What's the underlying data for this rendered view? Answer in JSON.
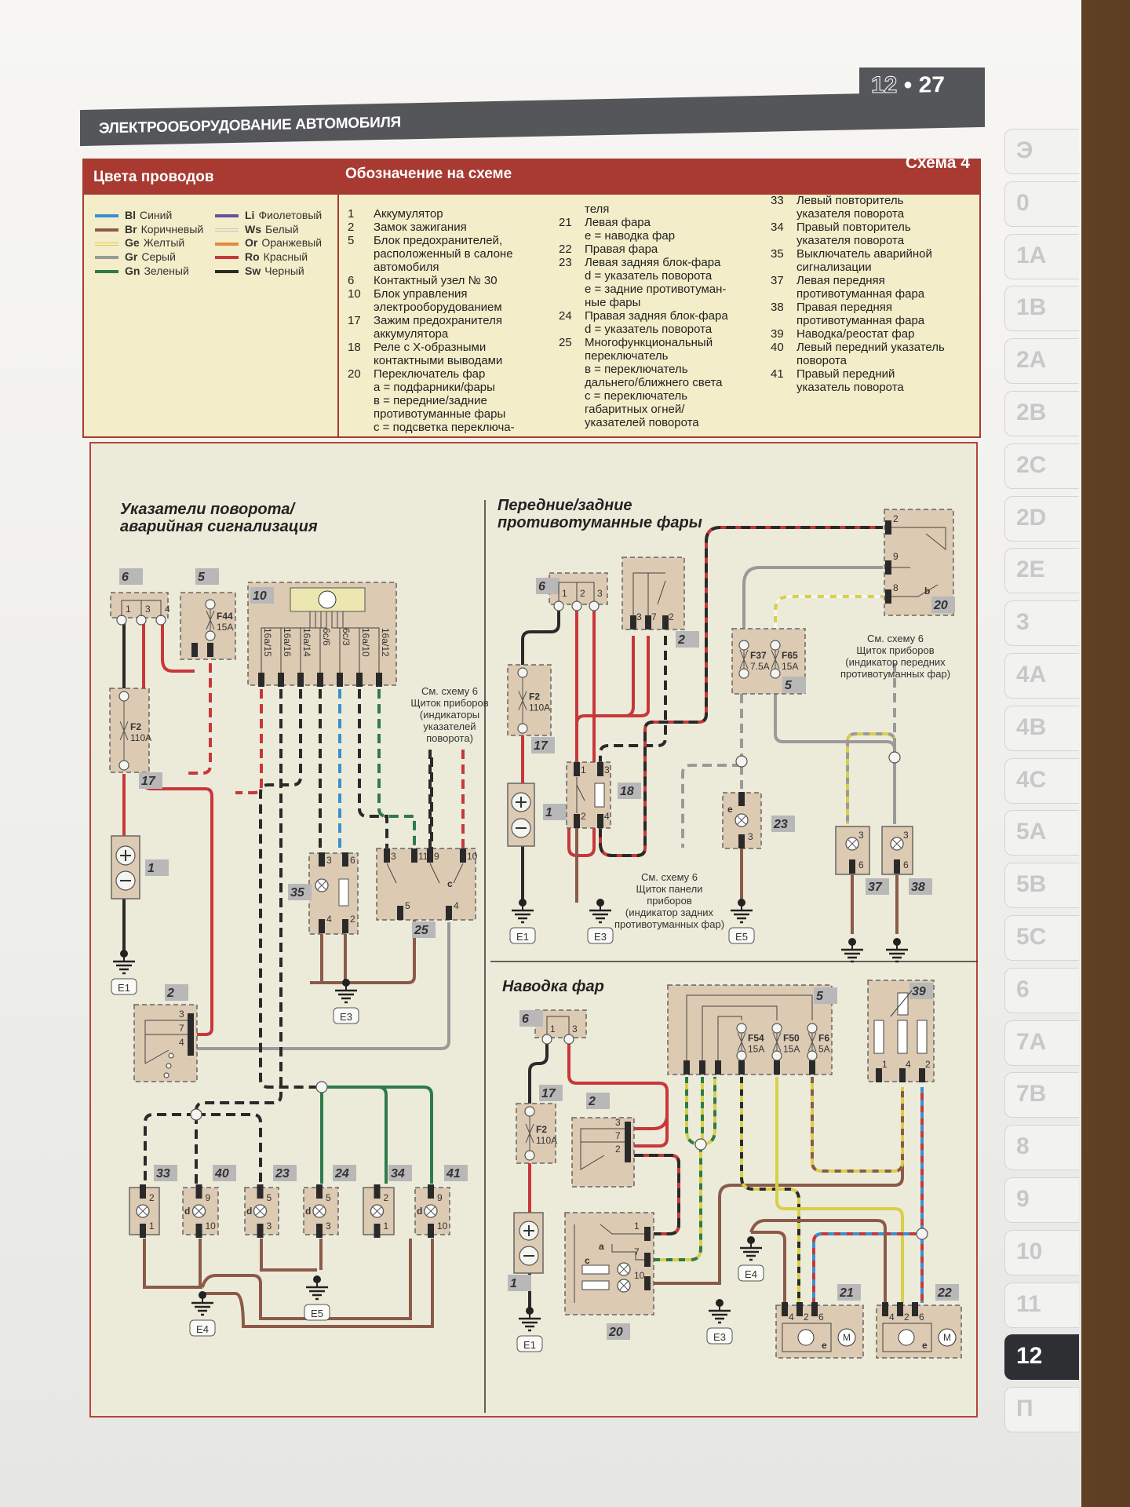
{
  "header": {
    "section_title": "ЭЛЕКТРООБОРУДОВАНИЕ АВТОМОБИЛЯ",
    "chapter": "12",
    "separator": "•",
    "page": "27",
    "scheme": "Схема 4"
  },
  "legend": {
    "wire_colors_title": "Цвета проводов",
    "designations_title": "Обозначение на схеме",
    "wire_colors": [
      {
        "code": "Bl",
        "name": "Синий",
        "color": "#3b8fd0"
      },
      {
        "code": "Br",
        "name": "Коричневый",
        "color": "#8c5a4a"
      },
      {
        "code": "Ge",
        "name": "Желтый",
        "color": "#d8cf4a"
      },
      {
        "code": "Gr",
        "name": "Серый",
        "color": "#9a9a9a"
      },
      {
        "code": "Gn",
        "name": "Зеленый",
        "color": "#2f7a4a"
      },
      {
        "code": "Li",
        "name": "Фиолетовый",
        "color": "#6a4ea0"
      },
      {
        "code": "Ws",
        "name": "Белый",
        "color": "#c4c4c4"
      },
      {
        "code": "Or",
        "name": "Оранжевый",
        "color": "#e08a3a"
      },
      {
        "code": "Ro",
        "name": "Красный",
        "color": "#c8373a"
      },
      {
        "code": "Sw",
        "name": "Черный",
        "color": "#2a2a2a"
      }
    ],
    "designations": [
      [
        {
          "num": "1",
          "lines": [
            "Аккумулятор"
          ]
        },
        {
          "num": "2",
          "lines": [
            "Замок зажигания"
          ]
        },
        {
          "num": "5",
          "lines": [
            "Блок предохранителей,",
            "расположенный в салоне",
            "автомобиля"
          ]
        },
        {
          "num": "6",
          "lines": [
            "Контактный узел № 30"
          ]
        },
        {
          "num": "10",
          "lines": [
            "Блок управления",
            "электрооборудованием"
          ]
        },
        {
          "num": "17",
          "lines": [
            "Зажим предохранителя",
            "аккумулятора"
          ]
        },
        {
          "num": "18",
          "lines": [
            "Реле с Х-образными",
            "контактными выводами"
          ]
        },
        {
          "num": "20",
          "lines": [
            "Переключатель фар",
            "a = подфарники/фары",
            "в = передние/задние",
            "противотуманные фары",
            "с = подсветка переключа-"
          ]
        }
      ],
      [
        {
          "num": "",
          "lines": [
            "теля"
          ]
        },
        {
          "num": "21",
          "lines": [
            "Левая фара",
            "е = наводка фар"
          ]
        },
        {
          "num": "22",
          "lines": [
            "Правая фара"
          ]
        },
        {
          "num": "23",
          "lines": [
            "Левая задняя блок-фара",
            "d = указатель поворота",
            "е = задние противотуман-",
            "ные фары"
          ]
        },
        {
          "num": "24",
          "lines": [
            "Правая задняя блок-фара",
            "d = указатель поворота"
          ]
        },
        {
          "num": "25",
          "lines": [
            "Многофункциональный",
            "переключатель",
            "в = переключатель",
            "дальнего/ближнего света",
            "с = переключатель",
            "габаритных огней/",
            "указателей поворота"
          ]
        }
      ],
      [
        {
          "num": "33",
          "lines": [
            "Левый повторитель",
            "указателя поворота"
          ]
        },
        {
          "num": "34",
          "lines": [
            "Правый повторитель",
            "указателя поворота"
          ]
        },
        {
          "num": "35",
          "lines": [
            "Выключатель аварийной",
            "сигнализации"
          ]
        },
        {
          "num": "37",
          "lines": [
            "Левая передняя",
            "противотуманная фара"
          ]
        },
        {
          "num": "38",
          "lines": [
            "Правая передняя",
            "противотуманная фара"
          ]
        },
        {
          "num": "39",
          "lines": [
            "Наводка/реостат фар"
          ]
        },
        {
          "num": "40",
          "lines": [
            "Левый передний указатель",
            "поворота"
          ]
        },
        {
          "num": "41",
          "lines": [
            "Правый передний",
            "указатель поворота"
          ]
        }
      ]
    ]
  },
  "diagrams": {
    "turn_signals": {
      "title": [
        "Указатели поворота/",
        "аварийная сигнализация"
      ],
      "note": [
        "См. схему 6",
        "Щиток приборов",
        "(индикаторы",
        "указателей",
        "поворота)"
      ],
      "components": {
        "c6": "6",
        "c5": "5",
        "c10": "10",
        "c17": "17",
        "c1": "1",
        "c35": "35",
        "c25": "25",
        "c2": "2",
        "c33": "33",
        "c40": "40",
        "c23": "23",
        "c24": "24",
        "c34": "34",
        "c41": "41"
      },
      "fuses": {
        "f44": "F44",
        "f44_rating": "15A",
        "f2": "F2",
        "f2_rating": "110A"
      },
      "ecu_pins": [
        "16a/15",
        "16a/16",
        "16a/14",
        "6c/6",
        "6c/3",
        "16a/10",
        "16a/12"
      ],
      "pins": {
        "c6": [
          "1",
          "3",
          "4"
        ],
        "c2": [
          "3",
          "7",
          "4"
        ],
        "c35": [
          "3",
          "6",
          "4",
          "2"
        ],
        "c25": [
          "3",
          "11",
          "9",
          "10",
          "5",
          "4"
        ],
        "c25_letter": "c",
        "c33": [
          "2",
          "1"
        ],
        "c40": [
          "9",
          "10"
        ],
        "c23": [
          "5",
          "3"
        ],
        "c24": [
          "5",
          "3"
        ],
        "c34": [
          "2",
          "1"
        ],
        "c41": [
          "9",
          "10"
        ],
        "lamp_letter": "d"
      },
      "grounds": {
        "e1": "E1",
        "e3": "E3",
        "e4": "E4",
        "e5": "E5"
      }
    },
    "fog_lights": {
      "title": [
        "Передние/задние",
        "противотуманные фары"
      ],
      "note_front": [
        "См. схему 6",
        "Щиток приборов",
        "(индикатор передних",
        "противотуманных фар)"
      ],
      "note_rear": [
        "См. схему 6",
        "Щиток панели",
        "приборов",
        "(индикатор задних",
        "противотуманных фар)"
      ],
      "components": {
        "c6": "6",
        "c2": "2",
        "c17": "17",
        "c1": "1",
        "c18": "18",
        "c20": "20",
        "c5": "5",
        "c23": "23",
        "c37": "37",
        "c38": "38"
      },
      "fuses": {
        "f2": "F2",
        "f2_rating": "110A",
        "f37": "F37",
        "f37_rating": "7.5A",
        "f65": "F65",
        "f65_rating": "15A"
      },
      "pins": {
        "c6": [
          "1",
          "2",
          "3"
        ],
        "c2": [
          "3",
          "7",
          "2"
        ],
        "c18": [
          "1",
          "3",
          "2",
          "4"
        ],
        "c20": [
          "2",
          "9",
          "8"
        ],
        "c20_letter": "b",
        "c23": [
          "3"
        ],
        "c23_letter": "e",
        "c37": [
          "3",
          "6"
        ],
        "c38": [
          "3",
          "6"
        ]
      },
      "grounds": {
        "e1": "E1",
        "e3": "E3",
        "e5": "E5"
      }
    },
    "headlight_aim": {
      "title": [
        "Наводка фар"
      ],
      "components": {
        "c6": "6",
        "c17": "17",
        "c1": "1",
        "c2": "2",
        "c20": "20",
        "c5": "5",
        "c39": "39",
        "c21": "21",
        "c22": "22"
      },
      "fuses": {
        "f2": "F2",
        "f2_rating": "110A",
        "f54": "F54",
        "f54_rating": "15A",
        "f50": "F50",
        "f50_rating": "15A",
        "f6": "F6",
        "f6_rating": "5A"
      },
      "pins": {
        "c6": [
          "1",
          "3"
        ],
        "c2": [
          "3",
          "7",
          "2"
        ],
        "c20": [
          "1",
          "7",
          "10"
        ],
        "c20_letters": [
          "a",
          "c"
        ],
        "c39": [
          "1",
          "4",
          "2"
        ],
        "c21": [
          "4",
          "2",
          "6"
        ],
        "c22": [
          "4",
          "2",
          "6"
        ],
        "head_letter": "e",
        "motor": "M"
      },
      "grounds": {
        "e1": "E1",
        "e3": "E3",
        "e4": "E4"
      }
    }
  },
  "tabs": {
    "items": [
      "Э",
      "0",
      "1A",
      "1B",
      "2A",
      "2B",
      "2C",
      "2D",
      "2E",
      "3",
      "4A",
      "4B",
      "4C",
      "5A",
      "5B",
      "5C",
      "6",
      "7A",
      "7B",
      "8",
      "9",
      "10",
      "11",
      "12",
      "П"
    ],
    "active": "12"
  }
}
